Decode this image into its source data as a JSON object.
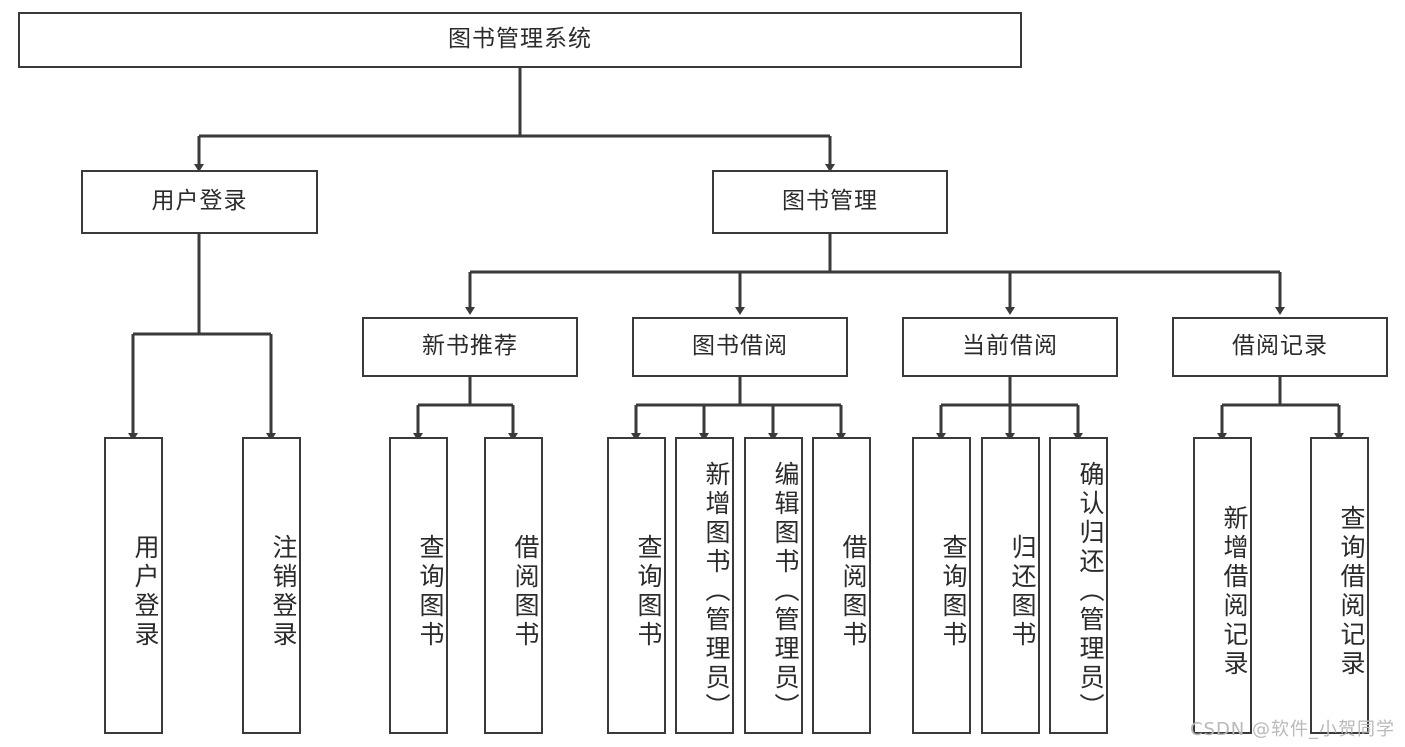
{
  "diagram": {
    "type": "tree-hierarchy",
    "title": "图书管理系统",
    "watermark": "CSDN @软件_小贺同学",
    "colors": {
      "box_border": "#3a3a3a",
      "box_fill": "#ffffff",
      "edge": "#3a3a3a",
      "text": "#2b2b2b",
      "watermark": "#b9b9b9",
      "background": "#ffffff"
    },
    "root": {
      "label": "图书管理系统"
    },
    "level2": [
      {
        "label": "用户登录"
      },
      {
        "label": "图书管理"
      }
    ],
    "level3": [
      {
        "label": "新书推荐"
      },
      {
        "label": "图书借阅"
      },
      {
        "label": "当前借阅"
      },
      {
        "label": "借阅记录"
      }
    ],
    "leaves": {
      "user_login": [
        {
          "label": "用户登录"
        },
        {
          "label": "注销登录"
        }
      ],
      "new_book_recommend": [
        {
          "label": "查询图书"
        },
        {
          "label": "借阅图书"
        }
      ],
      "book_borrow": [
        {
          "label": "查询图书"
        },
        {
          "label": "新增图书（管理员）"
        },
        {
          "label": "编辑图书（管理员）"
        },
        {
          "label": "借阅图书"
        }
      ],
      "current_borrow": [
        {
          "label": "查询图书"
        },
        {
          "label": "归还图书"
        },
        {
          "label": "确认归还（管理员）"
        }
      ],
      "borrow_record": [
        {
          "label": "新增借阅记录"
        },
        {
          "label": "查询借阅记录"
        }
      ]
    }
  }
}
